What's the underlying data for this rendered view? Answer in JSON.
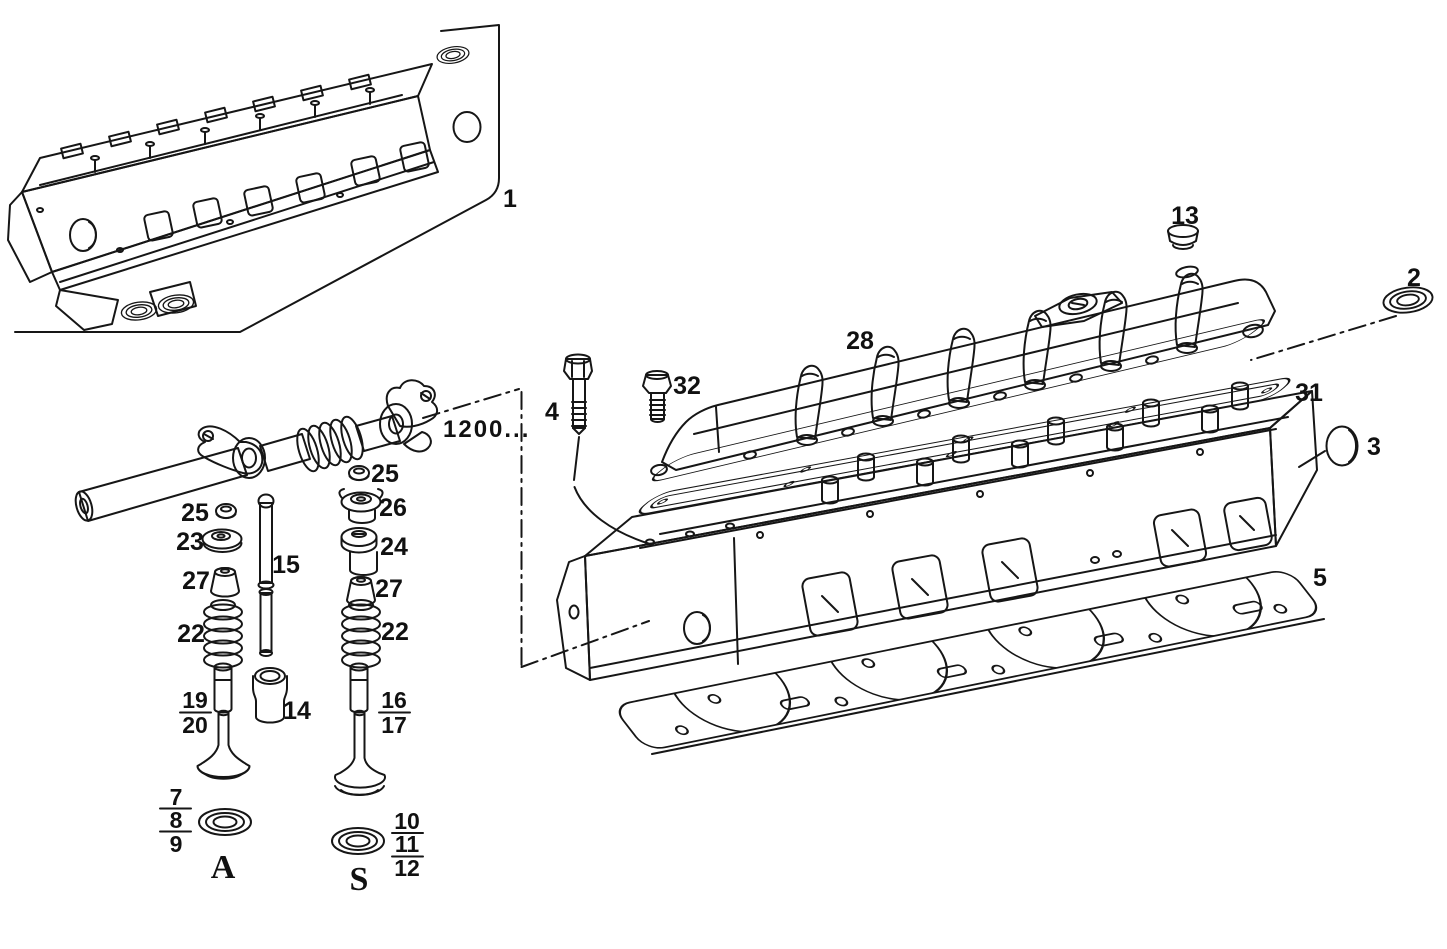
{
  "meta": {
    "description": "Exploded parts diagram - engine cylinder head",
    "background": "#ffffff",
    "ink": "#161616"
  },
  "note": {
    "range": "1200..."
  },
  "inset": {
    "ref": "1"
  },
  "main": {
    "valve_cover": "28",
    "filler_plug": "13",
    "seal_ring": "2",
    "cover_gasket": "31",
    "cup_plug": "3",
    "head_gasket": "5",
    "bolt_long": "4",
    "bolt_short": "32"
  },
  "intake": {
    "keepers": "25",
    "retainer": "23",
    "cap": "27",
    "spring": "22",
    "guide_upper": "19",
    "guide_lower": "20",
    "seal_1": "7",
    "seal_2": "8",
    "seal_3": "9",
    "tag": "A"
  },
  "center": {
    "pushrod": "15",
    "tappet": "14"
  },
  "exhaust": {
    "keepers": "25",
    "seat": "26",
    "rotator": "24",
    "cap": "27",
    "spring": "22",
    "guide_upper": "16",
    "guide_lower": "17",
    "seal_1": "10",
    "seal_2": "11",
    "seal_3": "12",
    "tag": "S"
  }
}
